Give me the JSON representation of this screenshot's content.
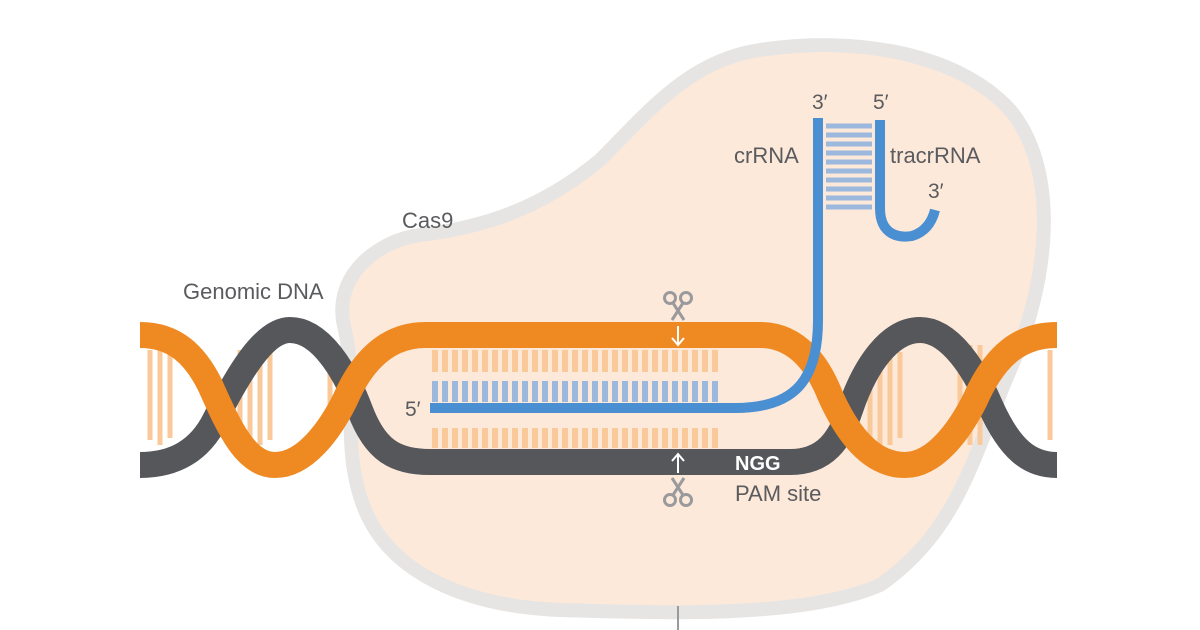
{
  "labels": {
    "cas9": "Cas9",
    "genomic_dna": "Genomic DNA",
    "crrna": "crRNA",
    "tracrrna": "tracrRNA",
    "crrna_end": "3′",
    "tracrrna_start": "5′",
    "tracrrna_end": "3′",
    "guide_5prime": "5′",
    "pam_seq": "NGG",
    "pam_site": "PAM site"
  },
  "colors": {
    "dna_orange": "#ef8a23",
    "dna_gray": "#55575a",
    "rna_blue": "#4a8fd2",
    "rna_light": "#9cb8dd",
    "base_pair": "#f9c99a",
    "cas9_fill": "#fde9da",
    "cas9_outline": "#e7e5e3",
    "scissors": "#9a9a9c"
  },
  "icons": [
    "scissors-icon",
    "arrow-down-icon",
    "arrow-up-icon"
  ]
}
